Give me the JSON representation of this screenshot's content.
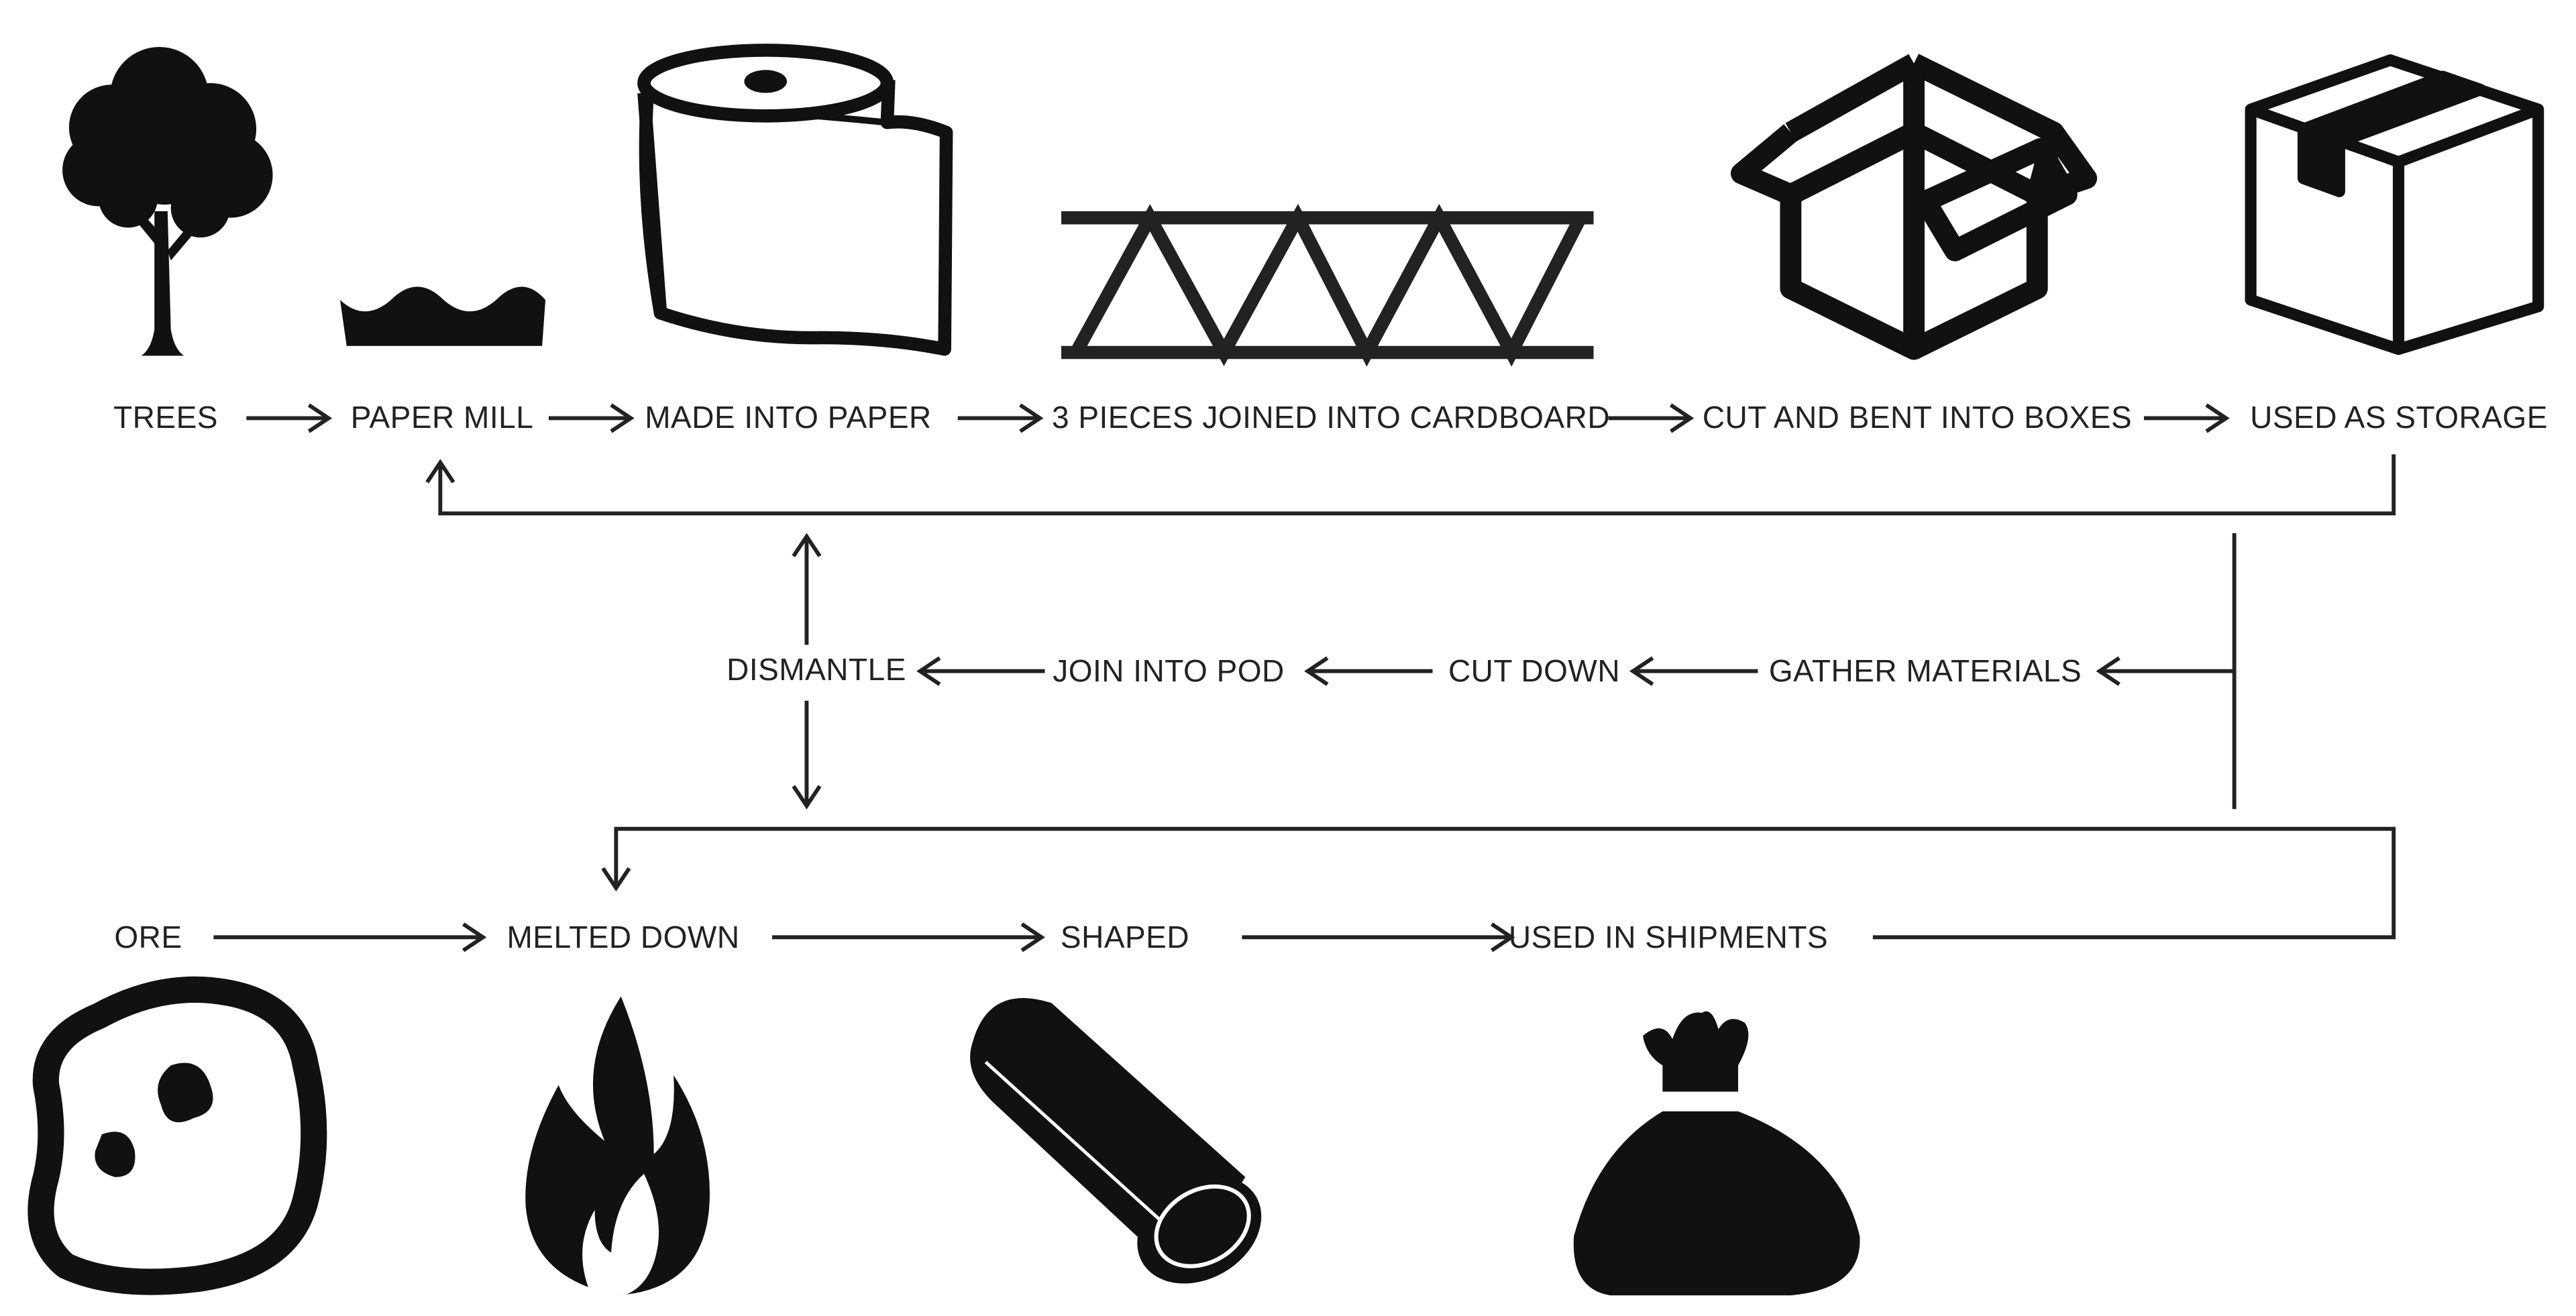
{
  "colors": {
    "ink": "#111111",
    "line": "#222222",
    "background": "#ffffff"
  },
  "icons": {
    "trees": "tree-icon",
    "paper_mill": "water-waves-icon",
    "paper": "paper-roll-icon",
    "cardboard": "corrugated-cardboard-icon",
    "open_box": "open-box-icon",
    "storage": "closed-box-icon",
    "ore": "ore-rock-icon",
    "melt": "fire-icon",
    "shaped": "metal-cylinder-icon",
    "shipments": "sack-icon"
  },
  "paper_flow": {
    "trees": "TREES",
    "paper_mill": "PAPER MILL",
    "made_into_paper": "MADE INTO PAPER",
    "cardboard": "3 PIECES JOINED INTO CARDBOARD",
    "boxes": "CUT AND BENT INTO BOXES",
    "storage": "USED AS STORAGE"
  },
  "pod_flow": {
    "gather": "GATHER MATERIALS",
    "cut_down": "CUT DOWN",
    "join": "JOIN INTO POD",
    "dismantle": "DISMANTLE"
  },
  "metal_flow": {
    "ore": "ORE",
    "melted": "MELTED DOWN",
    "shaped": "SHAPED",
    "shipments": "USED IN SHIPMENTS"
  }
}
